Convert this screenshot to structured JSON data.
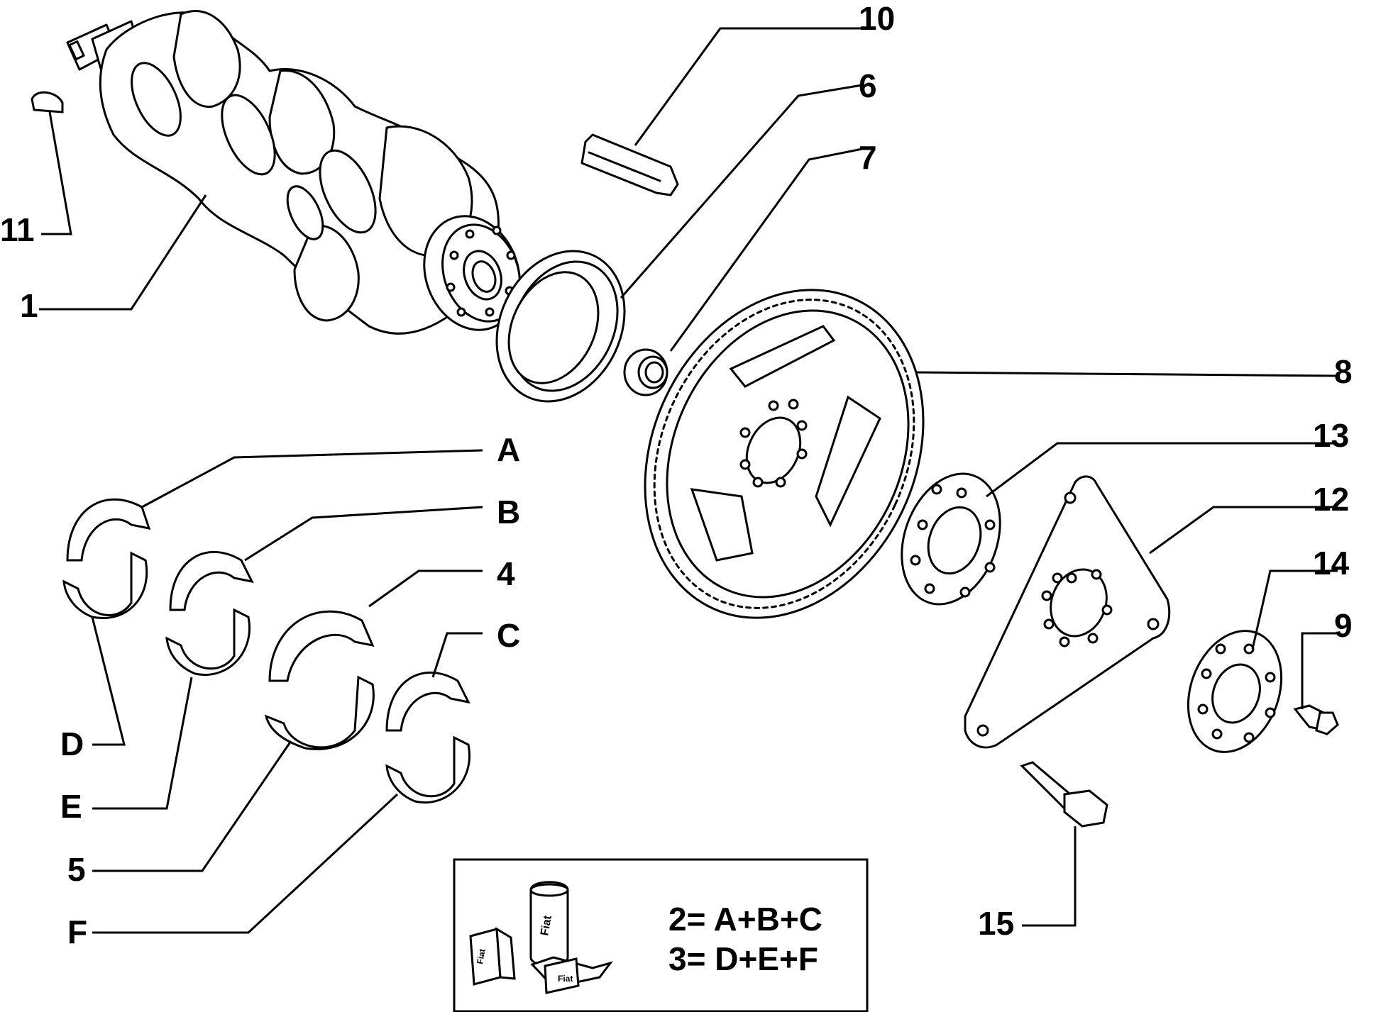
{
  "callouts": {
    "p1": "1",
    "p4": "4",
    "p5": "5",
    "p6": "6",
    "p7": "7",
    "p8": "8",
    "p9": "9",
    "p10": "10",
    "p11": "11",
    "p12": "12",
    "p13": "13",
    "p14": "14",
    "p15": "15",
    "A": "A",
    "B": "B",
    "C": "C",
    "D": "D",
    "E": "E",
    "F": "F"
  },
  "legend": {
    "line1": "2= A+B+C",
    "line2": "3= D+E+F",
    "logo_text": "Fiat"
  },
  "colors": {
    "ink": "#000000",
    "paper": "#ffffff"
  }
}
